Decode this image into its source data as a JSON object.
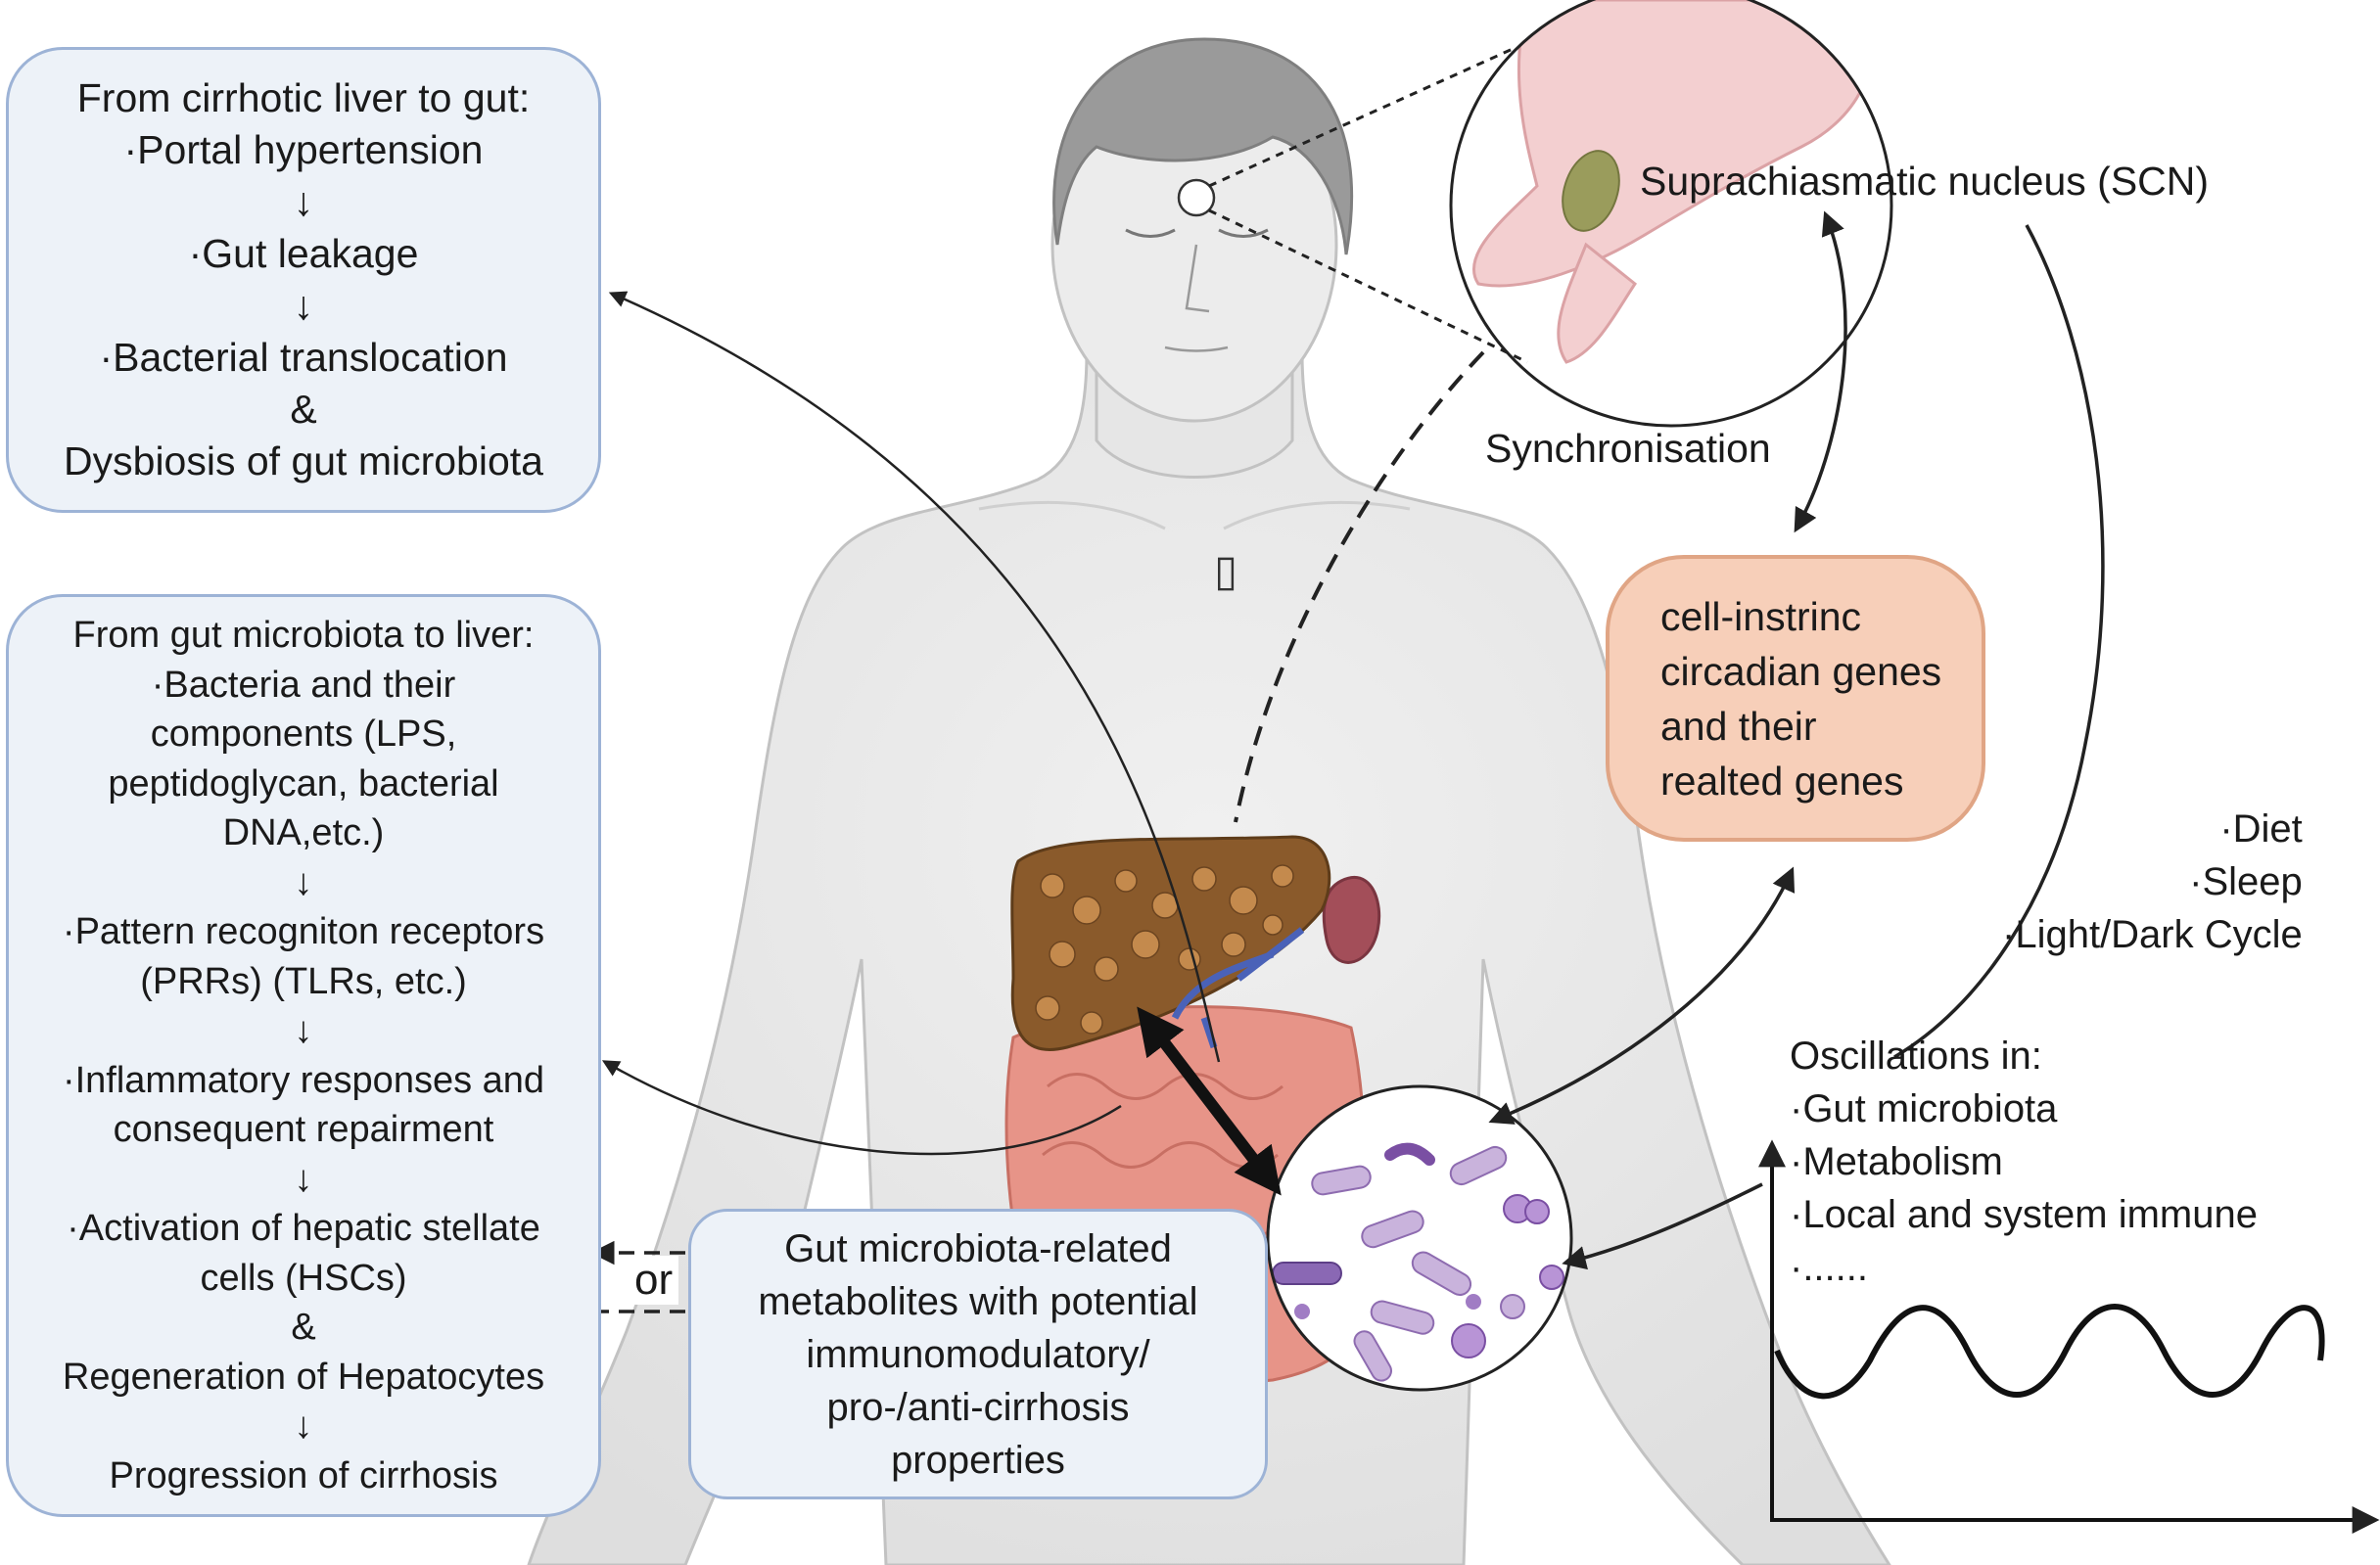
{
  "box_liver_to_gut": {
    "lines": [
      "From cirrhotic liver to gut:",
      "·Portal hypertension",
      "↓",
      "·Gut leakage",
      "↓",
      "·Bacterial translocation",
      "&",
      "Dysbiosis of gut microbiota"
    ]
  },
  "box_gut_to_liver": {
    "lines": [
      "From gut microbiota to liver:",
      "·Bacteria and their",
      "components (LPS,",
      "peptidoglycan, bacterial",
      "DNA,etc.)",
      "↓",
      "·Pattern recogniton receptors",
      "(PRRs) (TLRs, etc.)",
      "↓",
      "·Inflammatory responses and",
      "consequent repairment",
      "↓",
      "·Activation of hepatic stellate",
      "cells (HSCs)",
      "&",
      "Regeneration of Hepatocytes",
      "↓",
      "Progression of cirrhosis"
    ]
  },
  "box_metabolites": {
    "lines": [
      "Gut microbiota-related",
      "metabolites with potential",
      "immunomodulatory/",
      "pro-/anti-cirrhosis",
      "properties"
    ]
  },
  "box_circadian": {
    "lines": [
      "cell-instrinc",
      "circadian genes",
      "and their",
      "realted genes"
    ]
  },
  "labels": {
    "or": "or",
    "scn": "Suprachiasmatic nucleus (SCN)",
    "synchronisation": "Synchronisation",
    "placeholder_glyph": "▯"
  },
  "factors": {
    "lines": [
      "·Diet",
      "·Sleep",
      "·Light/Dark Cycle"
    ]
  },
  "oscillations": {
    "lines": [
      "Oscillations in:",
      "·Gut microbiota",
      "·Metabolism",
      "·Local and system immune",
      "·......"
    ]
  },
  "colors": {
    "box_fill": "#edf2f8",
    "box_border": "#9db3d6",
    "peach_fill": "#f7cfb9",
    "peach_border": "#e0a585",
    "liver": "#8a5a2b",
    "intestine": "#e48a7e",
    "skin": "#e9e9e9"
  }
}
